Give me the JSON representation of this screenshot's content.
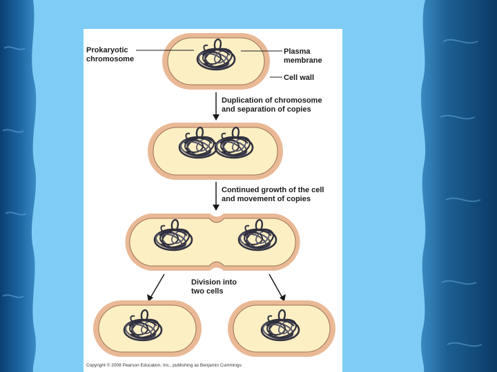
{
  "figure": {
    "labels": {
      "prokaryotic_chromosome": [
        "Prokaryotic",
        "chromosome"
      ],
      "plasma_membrane": [
        "Plasma",
        "membrane"
      ],
      "cell_wall": "Cell wall",
      "step1": [
        "Duplication of chromosome",
        "and separation of copies"
      ],
      "step2": [
        "Continued growth of the cell",
        "and movement of copies"
      ],
      "step3": [
        "Division into",
        "two cells"
      ]
    },
    "copyright": "Copyright © 2008 Pearson Education, Inc., publishing as Benjamin Cummings"
  },
  "colors": {
    "background": "#7fcdf6",
    "cell_wall": "#e9b996",
    "cytoplasm": "#fcefc4",
    "chromosome": "#2f2f3d"
  }
}
